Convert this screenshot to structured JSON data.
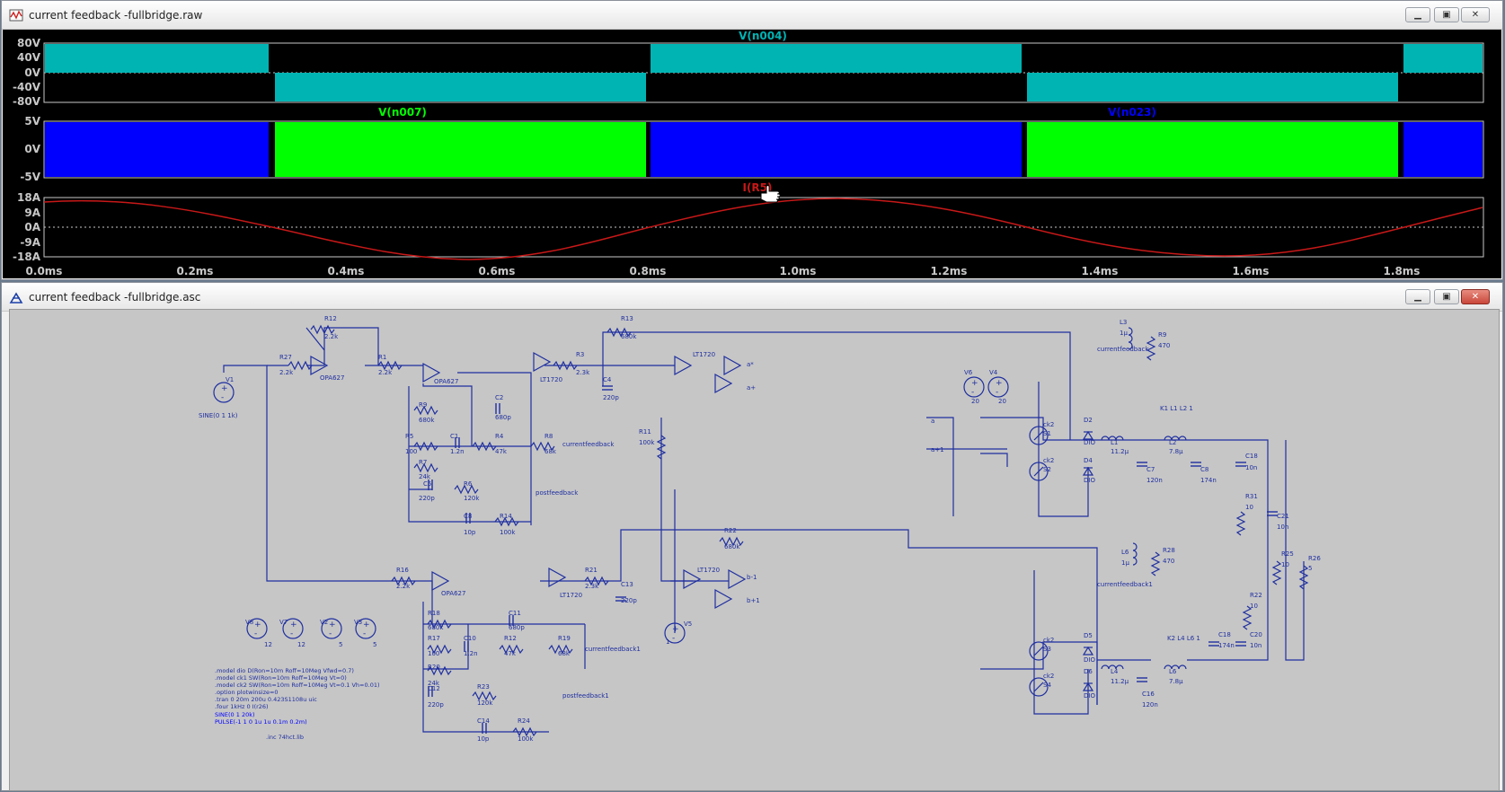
{
  "waveform_window": {
    "title": "current feedback -fullbridge.raw",
    "pane1": {
      "trace": "V(n004)",
      "y_ticks": [
        "80V",
        "40V",
        "0V",
        "-40V",
        "-80V"
      ]
    },
    "pane2": {
      "trace1": "V(n007)",
      "trace2": "V(n023)",
      "y_ticks": [
        "5V",
        "0V",
        "-5V"
      ]
    },
    "pane3": {
      "trace": "I(R5)",
      "y_ticks": [
        "18A",
        "9A",
        "0A",
        "-9A",
        "-18A"
      ]
    },
    "x_ticks": [
      "0.0ms",
      "0.2ms",
      "0.4ms",
      "0.6ms",
      "0.8ms",
      "1.0ms",
      "1.2ms",
      "1.4ms",
      "1.6ms",
      "1.8ms"
    ],
    "colors": {
      "cyan": "#00b4b4",
      "green": "#00ff00",
      "blue": "#0000ff",
      "current": "#c81818"
    }
  },
  "schematic_window": {
    "title": "current feedback -fullbridge.asc",
    "directives": [
      ".model dio D(Ron=10m Roff=10Meg Vfwd=0.7)",
      ".model ck1 SW(Ron=10m Roff=10Meg Vt=0)",
      ".model ck2 SW(Ron=10m Roff=10Meg Vt=0.1 Vh=0.01)",
      ".option plotwinsize=0",
      ".tran 0 20m 200u 0.423S1108u uic",
      ".four 1kHz 0 I(r26)"
    ],
    "blue_directives": [
      "SINE(0 1 20k)",
      "PULSE(-1 1 0 1u 1u 0.1m 0.2m)"
    ],
    "include": ".inc 74hct.lib",
    "labels": {
      "cf": "currentfeedback",
      "cf1": "currentfeedback1",
      "pf": "postfeedback",
      "pf1": "postfeedback1",
      "k1": "K1 L1 L2 1",
      "k2": "K2 L4 L6 1",
      "v1_val": "SINE(0 1 1k)",
      "amp": "LT1720",
      "opa": "OPA627"
    }
  }
}
